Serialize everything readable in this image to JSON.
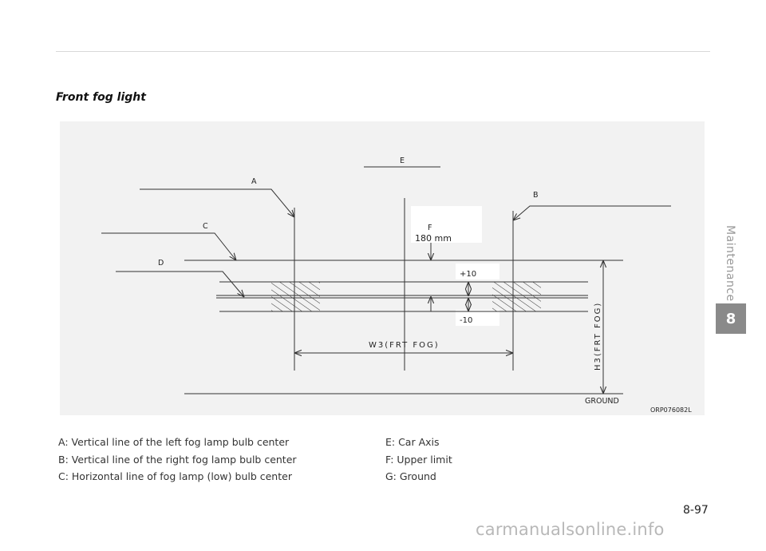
{
  "section": {
    "title": "Front fog light"
  },
  "figure": {
    "labels": {
      "a": "A",
      "b": "B",
      "c": "C",
      "d": "D",
      "e": "E",
      "f": "F",
      "distance": "180 mm",
      "plus": "+10",
      "minus": "-10",
      "width": "W3(FRT FOG)",
      "height": "H3(FRT FOG)",
      "ground": "GROUND",
      "code": "ORP076082L"
    }
  },
  "legend": {
    "left": [
      "A: Vertical line of the left fog lamp bulb center",
      "B: Vertical line of the right fog lamp bulb center",
      "C: Horizontal line of fog lamp (low) bulb center"
    ],
    "right": [
      "E: Car Axis",
      "F: Upper limit",
      "G: Ground"
    ]
  },
  "sidebar": {
    "chapter_label": "Maintenance",
    "chapter_number": "8"
  },
  "footer": {
    "page_number": "8-97",
    "watermark": "carmanualsonline.info"
  }
}
